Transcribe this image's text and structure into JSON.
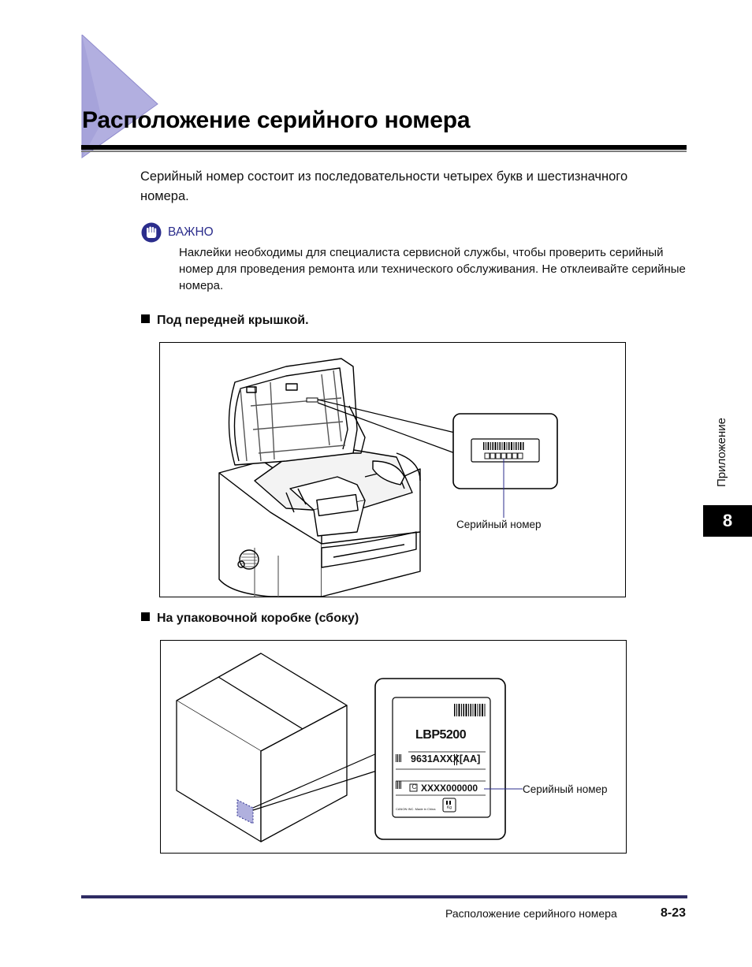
{
  "page": {
    "title": "Расположение серийного номера",
    "intro": "Серийный номер состоит из последовательности четырех букв и шестизначного номера.",
    "important": {
      "label": "ВАЖНО",
      "text": "Наклейки необходимы для специалиста сервисной службы, чтобы проверить серийный номер для проведения ремонта или технического обслуживания. Не отклеивайте серийные номера."
    },
    "sections": [
      {
        "heading": "Под передней крышкой.",
        "callout": "Серийный номер"
      },
      {
        "heading": "На упаковочной коробке (сбоку)",
        "callout": "Серийный номер",
        "label": {
          "model": "LBP5200",
          "code": "9631AXXX[AA]",
          "serial_prefix": "C",
          "serial": "XXXX000000",
          "made_in": "CANON INC. Made in China",
          "badge": "Kg"
        }
      }
    ],
    "side_label": "Приложение",
    "chapter": "8",
    "footer": {
      "text": "Расположение серийного номера",
      "page": "8-23"
    }
  },
  "colors": {
    "accent": "#2b2d8c",
    "corner_triangle": "#a9a6dc",
    "footer_rule": "#2f2c63"
  }
}
